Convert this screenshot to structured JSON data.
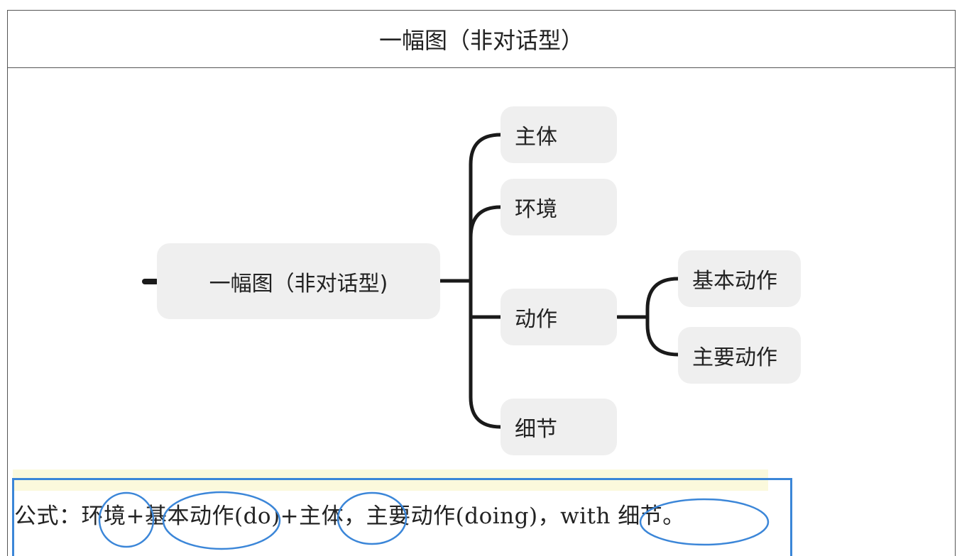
{
  "title": "一幅图（非对话型）",
  "mindmap": {
    "root": "一幅图（非对话型)",
    "branches": [
      "主体",
      "环境",
      "动作",
      "细节"
    ],
    "sub_branches": [
      "基本动作",
      "主要动作"
    ]
  },
  "formula": "公式：环境+基本动作(do)+主体，主要动作(doing)，with 细节。",
  "colors": {
    "node_fill": "#efefef",
    "connector": "#1a1a1a",
    "annotation_blue": "#3b86d8",
    "highlight_yellow": "#fbf9dc"
  }
}
